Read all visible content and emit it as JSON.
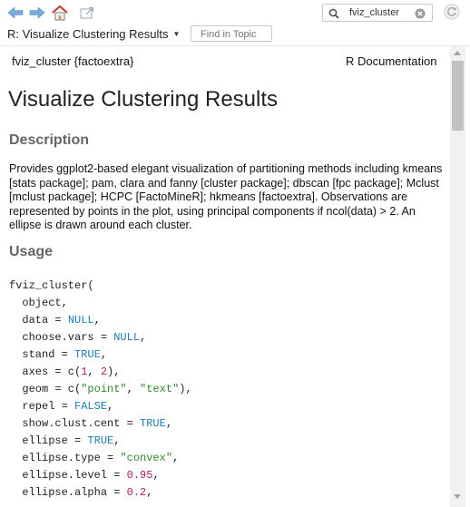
{
  "toolbar": {
    "search_value": "fviz_cluster"
  },
  "topic": {
    "title": "R: Visualize Clustering Results",
    "find_placeholder": "Find in Topic"
  },
  "doc": {
    "header_left": "fviz_cluster {factoextra}",
    "header_right": "R Documentation",
    "title": "Visualize Clustering Results",
    "description_heading": "Description",
    "description_text": "Provides ggplot2-based elegant visualization of partitioning methods including kmeans [stats package]; pam, clara and fanny [cluster package]; dbscan [fpc package]; Mclust [mclust package]; HCPC [FactoMineR]; hkmeans [factoextra]. Observations are represented by points in the plot, using principal components if ncol(data) > 2. An ellipse is drawn around each cluster.",
    "usage_heading": "Usage",
    "usage_lines": [
      [
        {
          "t": "fviz_cluster("
        }
      ],
      [
        {
          "t": "  object,"
        }
      ],
      [
        {
          "t": "  data = "
        },
        {
          "t": "NULL",
          "c": "kw"
        },
        {
          "t": ","
        }
      ],
      [
        {
          "t": "  choose.vars = "
        },
        {
          "t": "NULL",
          "c": "kw"
        },
        {
          "t": ","
        }
      ],
      [
        {
          "t": "  stand = "
        },
        {
          "t": "TRUE",
          "c": "kw"
        },
        {
          "t": ","
        }
      ],
      [
        {
          "t": "  axes = c("
        },
        {
          "t": "1",
          "c": "num"
        },
        {
          "t": ", "
        },
        {
          "t": "2",
          "c": "num"
        },
        {
          "t": "),"
        }
      ],
      [
        {
          "t": "  geom = c("
        },
        {
          "t": "\"point\"",
          "c": "str"
        },
        {
          "t": ", "
        },
        {
          "t": "\"text\"",
          "c": "str"
        },
        {
          "t": "),"
        }
      ],
      [
        {
          "t": "  repel = "
        },
        {
          "t": "FALSE",
          "c": "kw"
        },
        {
          "t": ","
        }
      ],
      [
        {
          "t": "  show.clust.cent = "
        },
        {
          "t": "TRUE",
          "c": "kw"
        },
        {
          "t": ","
        }
      ],
      [
        {
          "t": "  ellipse = "
        },
        {
          "t": "TRUE",
          "c": "kw"
        },
        {
          "t": ","
        }
      ],
      [
        {
          "t": "  ellipse.type = "
        },
        {
          "t": "\"convex\"",
          "c": "str"
        },
        {
          "t": ","
        }
      ],
      [
        {
          "t": "  ellipse.level = "
        },
        {
          "t": "0.95",
          "c": "num"
        },
        {
          "t": ","
        }
      ],
      [
        {
          "t": "  ellipse.alpha = "
        },
        {
          "t": "0.2",
          "c": "num"
        },
        {
          "t": ","
        }
      ]
    ]
  },
  "icons": {
    "back": "arrow-left-icon",
    "forward": "arrow-right-icon",
    "home": "home-icon",
    "popout": "show-in-new-window-icon",
    "search": "search-icon",
    "clear": "clear-icon",
    "refresh": "refresh-icon"
  },
  "colors": {
    "nav_arrow": "#7aaad8",
    "home_roof": "#c0392b",
    "code_keyword": "#1b7fb5",
    "code_string": "#2e8b2e",
    "code_number": "#b01a68",
    "heading_gray": "#666666"
  }
}
